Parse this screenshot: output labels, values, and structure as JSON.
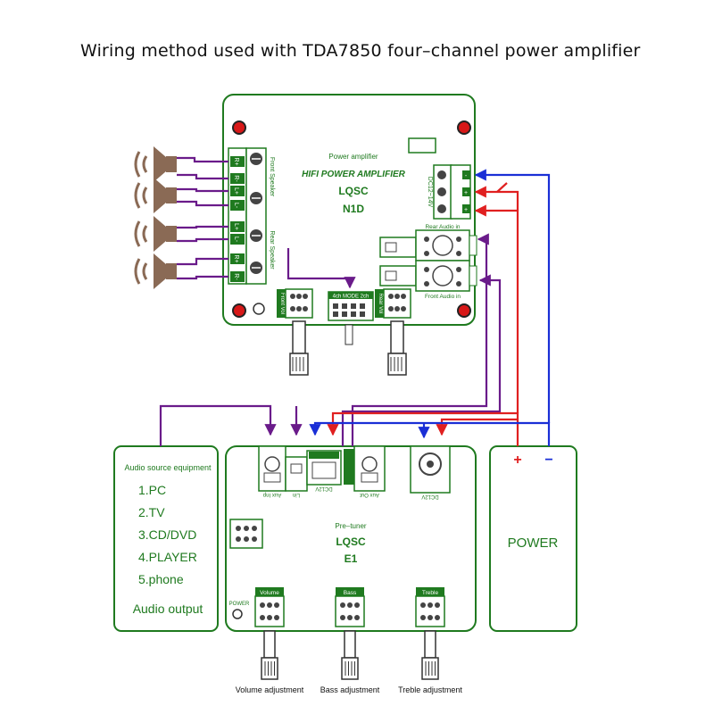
{
  "title": "Wiring method used with TDA7850 four–channel power amplifier",
  "amplifier": {
    "subtitle": "Power amplifier",
    "name": "HIFI POWER AMPLIFIER",
    "brand": "LQSC",
    "model": "N1D",
    "front_speaker_label": "Front Speaker",
    "rear_speaker_label": "Rear Speaker",
    "speaker_pins": [
      "R+",
      "R-",
      "L+",
      "L-",
      "L+",
      "L-",
      "R+",
      "R-"
    ],
    "power_label": "DC12~14V",
    "power_pins": [
      "-",
      "+",
      "+"
    ],
    "mode_label": "4ch MODE 2ch",
    "front_vol_label": "Front Vol",
    "rear_vol_label": "Rear Vol",
    "rear_audio_label": "Rear Audio in",
    "front_audio_label": "Front Audio in"
  },
  "source": {
    "heading": "Audio source equipment",
    "items": [
      "1.PC",
      "2.TV",
      "3.CD/DVD",
      "4.PLAYER",
      "5.phone"
    ],
    "footer": "Audio output"
  },
  "pretuner": {
    "subtitle": "Pre–tuner",
    "brand": "LQSC",
    "model": "E1",
    "power_label": "POWER",
    "knobs": [
      "Volume",
      "Bass",
      "Treble"
    ],
    "adjust_labels": [
      "Volume adjustment",
      "Bass adjustment",
      "Treble adjustment"
    ],
    "jack_labels": [
      "Aux Inp",
      "Lin",
      "DC12V",
      "Aux Out",
      "DC12V"
    ]
  },
  "power_box": {
    "label": "POWER",
    "plus": "+",
    "minus": "−"
  },
  "colors": {
    "board": "#1f7a1f",
    "purple": "#6a1b8a",
    "red": "#e02020",
    "blue": "#1a2fd6",
    "speaker": "#8a6a55"
  }
}
